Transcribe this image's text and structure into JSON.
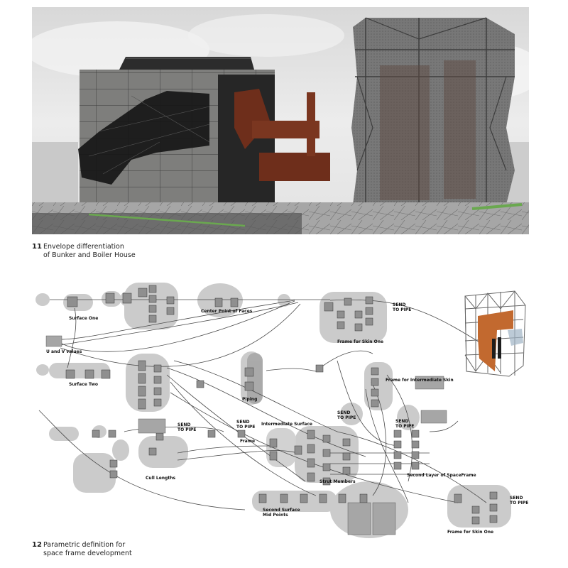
{
  "figure11": {
    "number": "11",
    "caption": "Envelope differentiation\nof Bunker and Boiler House",
    "colors": {
      "sky": "#e3e3e3",
      "concrete": "#7d7d7b",
      "rust": "#7a3620",
      "mesh": "#6a6a6a",
      "ground": "#a3a3a3",
      "grass": "#6aa84f"
    }
  },
  "figure12": {
    "number": "12",
    "caption": "Parametric definition for\nspace frame development",
    "labels": {
      "surface_one": "Surface One",
      "center_point": "Center Point of Faces",
      "frame_skin_one_top": "Frame for Skin One",
      "send_to_pipe_1": "SEND\nTO PIPE",
      "uv_values": "U and V values",
      "surface_two": "Surface Two",
      "piping": "Piping",
      "frame_intermediate": "Frame for Intermediate Skin",
      "send_to_pipe_2": "SEND\nTO PIPE",
      "send_to_pipe_3": "SEND\nTO PIPE",
      "frame": "Frame",
      "intermediate_surface": "Intermediate Surface",
      "send_to_pipe_4": "SEND\nTO PIPE",
      "send_to_pipe_5": "SEND\nTO PIPE",
      "cull_lengths": "Cull Lengths",
      "strut_members": "Strut Members",
      "second_layer": "Second Layer of SpaceFrame",
      "second_surface": "Second Surface\nMid Points",
      "frame_skin_one_bottom": "Frame for Skin One",
      "send_to_pipe_6": "SEND\nTO PIPE"
    },
    "colors": {
      "group_fill": "#c8c8c8",
      "component": "#9a9a9a",
      "wire": "#4a4a4a",
      "inset_panel": "#c2692f"
    }
  }
}
